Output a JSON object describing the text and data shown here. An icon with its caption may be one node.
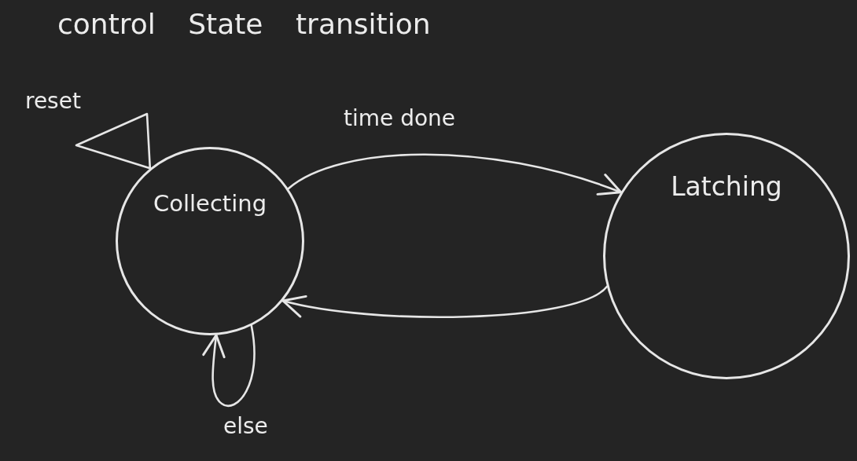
{
  "diagram": {
    "title": "control State transition",
    "nodes": [
      {
        "text": [
          "Collecting"
        ]
      },
      {
        "text": [
          "Latching"
        ]
      }
    ],
    "edges": [
      {
        "from": 0,
        "to": 0,
        "label": "reset",
        "arrow": "none"
      },
      {
        "from": 0,
        "to": 1,
        "label": "time done",
        "arrow": "to"
      },
      {
        "from": 1,
        "to": 0,
        "arrow": "to"
      },
      {
        "from": 0,
        "to": 0,
        "label": "else",
        "arrow": "to"
      }
    ]
  }
}
